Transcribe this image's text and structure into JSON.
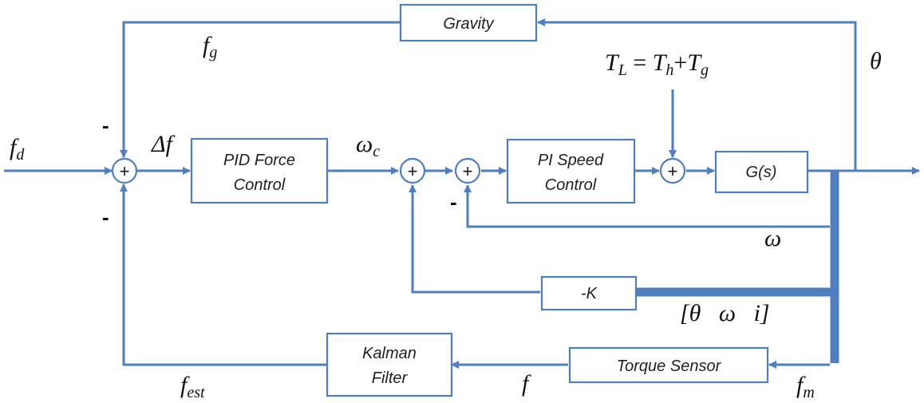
{
  "blocks": {
    "gravity": "Gravity",
    "pid_line1": "PID Force",
    "pid_line2": "Control",
    "pi_line1": "PI Speed",
    "pi_line2": "Control",
    "plant": "G(s)",
    "gain": "-K",
    "kalman_line1": "Kalman",
    "kalman_line2": "Filter",
    "torque_sensor": "Torque Sensor"
  },
  "signals": {
    "fd_main": "f",
    "fd_sub": "d",
    "fg_main": "f",
    "fg_sub": "g",
    "delta_f": "Δf",
    "omega_c_main": "ω",
    "omega_c_sub": "c",
    "theta": "θ",
    "omega": "ω",
    "state_vector": "[θ   ω   i]",
    "f": "f",
    "fest_main": "f",
    "fest_sub": "est",
    "fm_main": "f",
    "fm_sub": "m",
    "load_TL_main": "T",
    "load_TL_sub": "L",
    "load_eq": " = ",
    "load_Th_main": "T",
    "load_Th_sub": "h",
    "load_plus": "+",
    "load_Tg_main": "T",
    "load_Tg_sub": "g"
  },
  "signs": {
    "sum1_top": "-",
    "sum1_bottom": "-",
    "sum3_bottom": "-",
    "plus": "+"
  },
  "colors": {
    "line": "#4f7fbf",
    "text": "#111111"
  }
}
